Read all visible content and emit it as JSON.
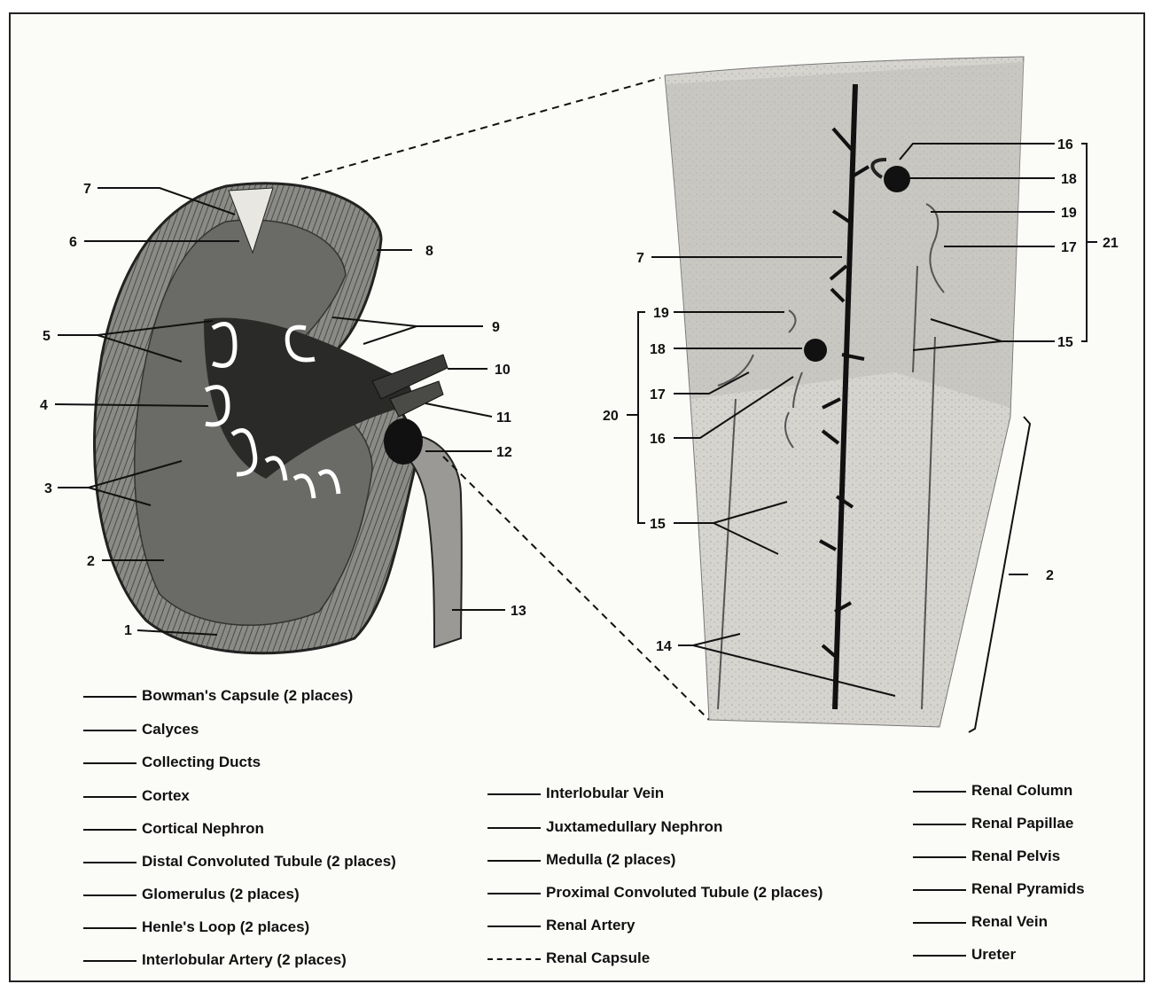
{
  "callouts": {
    "n1": "1",
    "n2": "2",
    "n3": "3",
    "n4": "4",
    "n5": "5",
    "n6": "6",
    "n7": "7",
    "n8": "8",
    "n9": "9",
    "n10": "10",
    "n11": "11",
    "n12": "12",
    "n13": "13",
    "n14": "14",
    "n15": "15",
    "n16": "16",
    "n17": "17",
    "n18": "18",
    "n19": "19",
    "n20": "20",
    "n21": "21"
  },
  "answer_key": {
    "column1": [
      "Bowman's Capsule (2 places)",
      "Calyces",
      "Collecting Ducts",
      "Cortex",
      "Cortical Nephron",
      "Distal Convoluted Tubule (2 places)",
      "Glomerulus (2 places)",
      "Henle's Loop (2 places)",
      "Interlobular Artery (2 places)"
    ],
    "column2": [
      "Interlobular Vein",
      "Juxtamedullary Nephron",
      "Medulla (2 places)",
      "Proximal Convoluted Tubule (2 places)",
      "Renal Artery",
      "Renal Capsule"
    ],
    "column3": [
      "Renal Column",
      "Renal Papillae",
      "Renal Pelvis",
      "Renal Pyramids",
      "Renal Vein",
      "Ureter"
    ]
  }
}
